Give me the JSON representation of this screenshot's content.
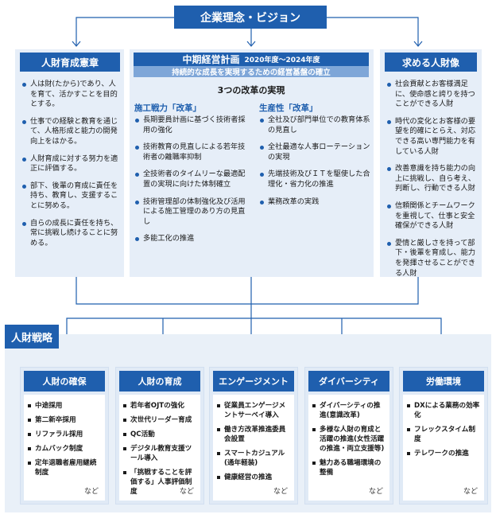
{
  "vision_title": "企業理念・ビジョン",
  "left": {
    "title": "人財育成憲章",
    "items": [
      "人は財(たから)であり、人を育て、活かすことを目的とする。",
      "仕事での経験と教育を通じて、人格形成と能力の開発向上をはかる。",
      "人財育成に対する努力を適正に評価する。",
      "部下、後輩の育成に責任を持ち、教育し、支援することに努める。",
      "自らの成長に責任を持ち、常に挑戦し続けることに努める。"
    ]
  },
  "center": {
    "title": "中期経営計画",
    "period": "2020年度〜2024年度",
    "subtitle": "持続的な成長を実現するための経営基盤の確立",
    "reform_heading": "3つの改革の実現",
    "col1_title": "施工戦力「改革」",
    "col1_items": [
      "長期要員計画に基づく技術者採用の強化",
      "技術教育の見直しによる若年技術者の離職率抑制",
      "全技術者のタイムリーな最適配置の実現に向けた体制確立",
      "技術管理部の体制強化及び活用による施工管理のあり方の見直し",
      "多能工化の推進"
    ],
    "col2_title": "生産性「改革」",
    "col2_items": [
      "全社及び部門単位での教育体系の見直し",
      "全社最適な人事ローテーションの実現",
      "先端技術及びＩＴを駆使した合理化・省力化の推進",
      "業務改革の実践"
    ]
  },
  "right": {
    "title": "求める人財像",
    "items": [
      "社会貢献とお客様満足に、使命感と誇りを持つことができる人財",
      "時代の変化とお客様の要望を的確にとらえ、対応できる高い専門能力を有している人財",
      "改善意識を持ち能力の向上に挑戦し、自ら考え、判断し、行動できる人財",
      "信頼関係とチームワークを重視して、仕事と安全確保ができる人財",
      "愛情と厳しさを持って部下・後輩を育成し、能力を発揮させることができる人財"
    ]
  },
  "strategy_label": "人財戦略",
  "strategies": [
    {
      "title": "人財の確保",
      "items": [
        "中途採用",
        "第二新卒採用",
        "リファラル採用",
        "カムバック制度",
        "定年退職者雇用継続制度"
      ],
      "etc": "など"
    },
    {
      "title": "人財の育成",
      "items": [
        "若年者OJTの強化",
        "次世代リーダー育成",
        "QC活動",
        "デジタル教育支援ツール導入",
        "「挑戦することを評価する」人事評価制度"
      ],
      "etc": "など"
    },
    {
      "title": "エンゲージメント",
      "items": [
        "従業員エンゲージメントサーベイ導入",
        "働き方改革推進委員会設置",
        "スマートカジュアル(通年軽装)",
        "健康経営の推進"
      ],
      "etc": "など"
    },
    {
      "title": "ダイバーシティ",
      "items": [
        "ダイバーシティの推進(意識改革)",
        "多様な人財の育成と活躍の推進(女性活躍の推進・両立支援等)",
        "魅力ある職場環境の整備"
      ],
      "etc": "など"
    },
    {
      "title": "労働環境",
      "items": [
        "DXによる業務の効率化",
        "フレックスタイム制度",
        "テレワークの推進"
      ],
      "etc": "など"
    }
  ]
}
